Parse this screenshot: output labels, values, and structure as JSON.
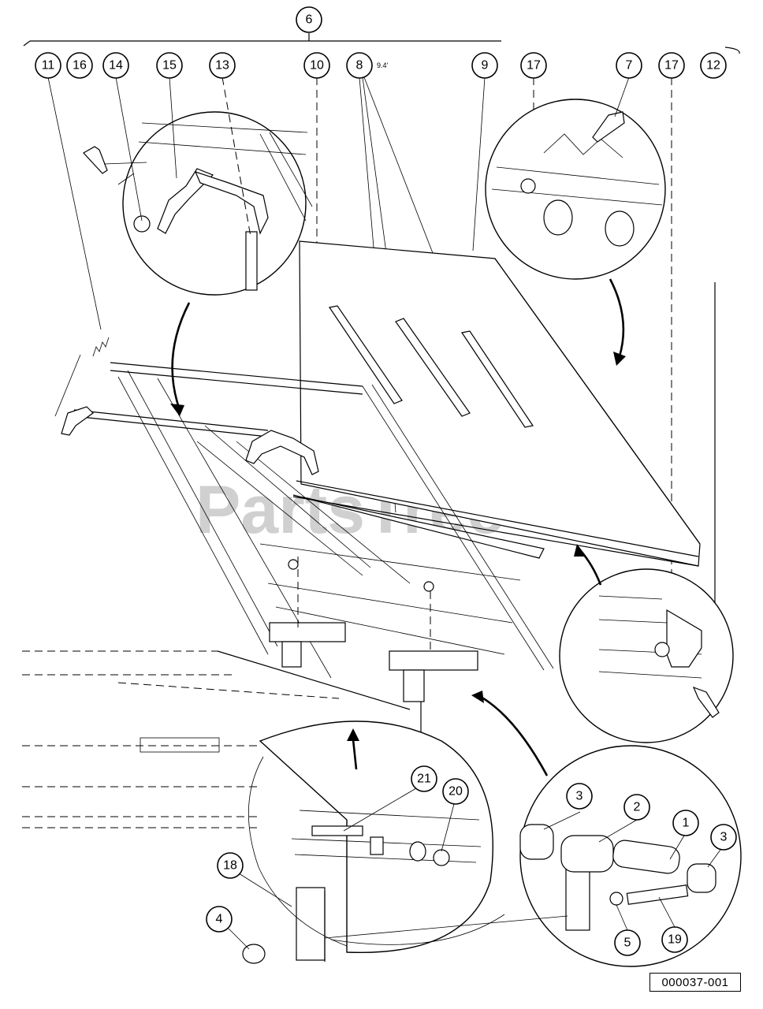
{
  "callouts": {
    "c6": "6",
    "c11": "11",
    "c16": "16",
    "c14": "14",
    "c15": "15",
    "c13": "13",
    "c10": "10",
    "c8": "8",
    "c9": "9",
    "c17a": "17",
    "c7": "7",
    "c17b": "17",
    "c12": "12",
    "c21": "21",
    "c20": "20",
    "c18": "18",
    "c4": "4",
    "c3a": "3",
    "c2": "2",
    "c1": "1",
    "c3b": "3",
    "c5": "5",
    "c19": "19"
  },
  "note_8": "9.4'",
  "watermark": "PartsTree",
  "trademark": "™",
  "reference_number": "000037-001"
}
